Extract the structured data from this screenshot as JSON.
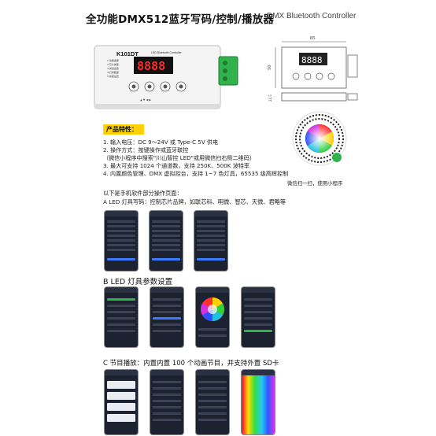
{
  "header": {
    "title_cn": "全功能DMX512蓝牙写码/控制/播放器",
    "title_en": "DMX Bluetooth Controller"
  },
  "device": {
    "model": "K101DT",
    "subtitle": "LED Bluetooth Controller",
    "display": "8888",
    "labels": [
      "1.功能选择",
      "2.芯片类型",
      "3.通道设置",
      "4.灯具数量",
      "5.亮度设置"
    ]
  },
  "drawing": {
    "width_label": "85",
    "height_label": "50",
    "depth_label": "21.5"
  },
  "features": {
    "heading": "产品特性：",
    "items": [
      "1. 输入电压：DC 9～24V 或 Type-C 5V 供电",
      "2. 操作方式：按键操作或蓝牙联控",
      "（微信小程序中搜索\"川山智控 LED\"或用微信扫右侧二维码）",
      "3. 最大可支持 1024 个通道数，支持 250K、500K 波特率",
      "4. 内置颜色管理、DMX 虚拟控台，支持 1~7 色灯具，65535 级高辉控制"
    ]
  },
  "qr": {
    "caption": "微信扫一扫，使用小程序"
  },
  "sections": {
    "intro": "以下是手机软件部分操作页面：",
    "a": "A LED 灯具写码：控制芯片品牌，如联芯科、明微、智芯、天微、君略等",
    "b": "B LED 灯具参数设置",
    "c": "C 节目播放：内置内置 100 个动画节目，并支持外置 SD卡"
  },
  "colors": {
    "accent": "#ffd100",
    "terminal": "#2fb34a",
    "display": "#ff2a2a"
  }
}
